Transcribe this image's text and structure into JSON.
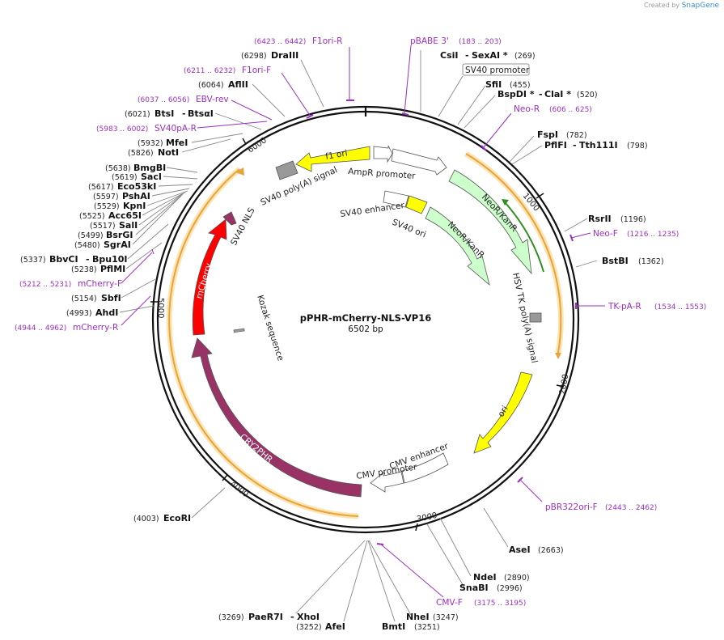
{
  "credit": {
    "prefix": "Created by",
    "brand": "SnapGene"
  },
  "plasmid": {
    "name": "pPHR-mCherry-NLS-VP16",
    "length_label": "6502 bp",
    "length": 6502
  },
  "ticks": [
    "1000",
    "2000",
    "3000",
    "4000",
    "5000",
    "6000"
  ],
  "sites": [
    {
      "pos_label": "(6298)",
      "name": "DraIII"
    },
    {
      "pos_label": "(6064)",
      "name": "AflII"
    },
    {
      "pos_label": "(6021)",
      "name": "BtsI",
      "extra": "BtsαI"
    },
    {
      "pos_label": "(5932)",
      "name": "MfeI"
    },
    {
      "pos_label": "(5826)",
      "name": "NotI"
    },
    {
      "pos_label": "(5638)",
      "name": "BmgBI"
    },
    {
      "pos_label": "(5619)",
      "name": "SacI"
    },
    {
      "pos_label": "(5617)",
      "name": "Eco53kI"
    },
    {
      "pos_label": "(5597)",
      "name": "PshAI"
    },
    {
      "pos_label": "(5529)",
      "name": "KpnI"
    },
    {
      "pos_label": "(5525)",
      "name": "Acc65I"
    },
    {
      "pos_label": "(5517)",
      "name": "SalI"
    },
    {
      "pos_label": "(5499)",
      "name": "BsrGI"
    },
    {
      "pos_label": "(5480)",
      "name": "SgrAI"
    },
    {
      "pos_label": "(5337)",
      "name": "BbvCI",
      "extra": "Bpu10I"
    },
    {
      "pos_label": "(5238)",
      "name": "PflMI"
    },
    {
      "pos_label": "(5154)",
      "name": "SbfI"
    },
    {
      "pos_label": "(4993)",
      "name": "AhdI"
    },
    {
      "pos_label": "(4003)",
      "name": "EcoRI"
    },
    {
      "pos_label": "(269)",
      "name": "CsiI",
      "extra": "SexAI *"
    },
    {
      "pos_label": "(455)",
      "name": "SfiI"
    },
    {
      "pos_label": "(520)",
      "name": "BspDI *",
      "extra": "ClaI *"
    },
    {
      "pos_label": "(782)",
      "name": "FspI"
    },
    {
      "pos_label": "(798)",
      "name": "PflFI",
      "extra": "Tth111I"
    },
    {
      "pos_label": "(1196)",
      "name": "RsrII"
    },
    {
      "pos_label": "(1362)",
      "name": "BstBI"
    },
    {
      "pos_label": "(2663)",
      "name": "AseI"
    },
    {
      "pos_label": "(2890)",
      "name": "NdeI"
    },
    {
      "pos_label": "(2996)",
      "name": "SnaBI"
    },
    {
      "pos_label": "(3247)",
      "name": "NheI"
    },
    {
      "pos_label": "(3251)",
      "name": "BmtI"
    },
    {
      "pos_label": "(3252)",
      "name": "AfeI"
    },
    {
      "pos_label": "(3269)",
      "name": "PaeR7I",
      "extra": "XhoI"
    }
  ],
  "primers": [
    {
      "range": "(6423 .. 6442)",
      "name": "F1ori-R"
    },
    {
      "range": "(6211 .. 6232)",
      "name": "F1ori-F"
    },
    {
      "range": "(6037 .. 6056)",
      "name": "EBV-rev"
    },
    {
      "range": "(5983 .. 6002)",
      "name": "SV40pA-R"
    },
    {
      "range": "(5212 .. 5231)",
      "name": "mCherry-F"
    },
    {
      "range": "(4944 .. 4962)",
      "name": "mCherry-R"
    },
    {
      "range": "(183 .. 203)",
      "name": "pBABE 3'"
    },
    {
      "range": "(606 .. 625)",
      "name": "Neo-R"
    },
    {
      "range": "(1216 .. 1235)",
      "name": "Neo-F"
    },
    {
      "range": "(1534 .. 1553)",
      "name": "TK-pA-R"
    },
    {
      "range": "(2443 .. 2462)",
      "name": "pBR322ori-F"
    },
    {
      "range": "(3175 .. 3195)",
      "name": "CMV-F"
    }
  ],
  "features": [
    {
      "name": "f1 ori",
      "color": "#ffff00"
    },
    {
      "name": "AmpR promoter",
      "color": "#ffffff"
    },
    {
      "name": "NeoR/KanR",
      "color": "#ccffcc"
    },
    {
      "name": "SV40 enhancer",
      "color": "#ffffff"
    },
    {
      "name": "SV40 ori",
      "color": "#ffff00"
    },
    {
      "name": "SV40 poly(A) signal",
      "color": "#999999"
    },
    {
      "name": "HSV TK poly(A) signal",
      "color": "#999999"
    },
    {
      "name": "ori",
      "color": "#ffff00"
    },
    {
      "name": "CMV enhancer",
      "color": "#ffffff"
    },
    {
      "name": "CMV promoter",
      "color": "#ffffff"
    },
    {
      "name": "CRY2PHR",
      "color": "#993366"
    },
    {
      "name": "mCherry",
      "color": "#ff0000"
    },
    {
      "name": "SV40 NLS",
      "color": "#993366"
    },
    {
      "name": "Kozak sequence",
      "color": "#999999"
    }
  ],
  "boxed_label": "SV40 promoter",
  "colors": {
    "primer": "#9b2fc0",
    "orf_orange": "#e8a33a",
    "orf_glow": "#fde4b3",
    "green_arrow": "#2f8f1f"
  }
}
